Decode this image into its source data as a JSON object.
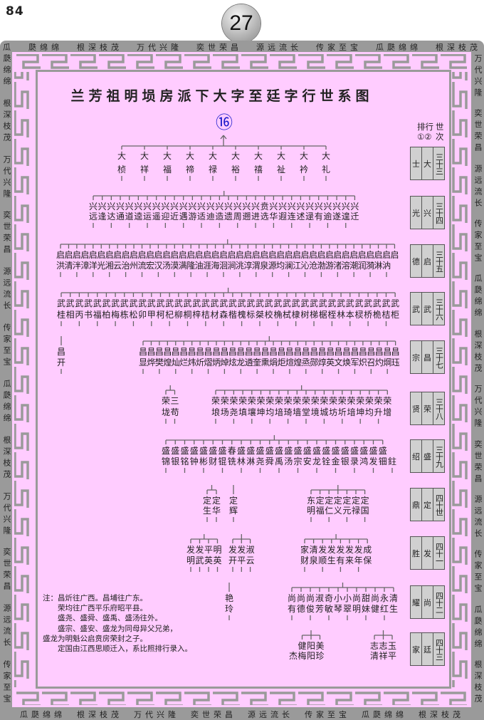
{
  "page_number": "84",
  "chapter_badge": "27",
  "border": {
    "top": [
      "瓜",
      "瓞绵绵",
      "根深枝茂",
      "万代兴隆",
      "奕世荣昌",
      "源远流长",
      "传家至宝",
      "瓜瓞绵绵",
      "根深枝茂"
    ],
    "bottom": [
      "瓜瓞绵绵",
      "根深枝茂",
      "万代兴隆",
      "奕世荣昌",
      "源远流长",
      "传家至宝",
      "瓜瓞绵绵",
      "根深枝茂"
    ],
    "left": [
      "瓞绵绵",
      "根深枝茂",
      "万代兴隆",
      "奕世荣昌",
      "源远流长",
      "传家至宝",
      "瓜瓞绵绵",
      "根深枝茂",
      "万代兴隆",
      "奕世荣昌",
      "源远流长",
      "传家至宝"
    ],
    "right": [
      "万代兴隆",
      "奕世荣昌",
      "源远流长",
      "传家至宝",
      "瓜瓞绵绵",
      "根深枝茂",
      "万代兴隆",
      "奕世荣昌",
      "源远流长",
      "传家至宝",
      "瓜瓞绵绵",
      "根深枝茂"
    ]
  },
  "title": "兰芳祖明埙房派下大字至廷字行世系图",
  "root_marker": "⑯",
  "generations": [
    {
      "groups": [
        {
          "top": "大",
          "bottom": "桢"
        },
        {
          "top": "大",
          "bottom": "祥"
        },
        {
          "top": "大",
          "bottom": "福"
        },
        {
          "top": "大",
          "bottom": "禘"
        },
        {
          "top": "大",
          "bottom": "禄"
        },
        {
          "top": "大",
          "bottom": "裕"
        },
        {
          "top": "大",
          "bottom": "禧"
        },
        {
          "top": "大",
          "bottom": "祉"
        },
        {
          "top": "大",
          "bottom": "衿"
        },
        {
          "top": "大",
          "bottom": "礼"
        }
      ]
    },
    {
      "groups": [
        {
          "top": "兴兴兴兴兴兴兴兴兴兴兴兴兴兴兴兴兴兴兴贲兴兴兴兴兴兴兴兴兴兴",
          "bottom": "远逢达通道逵运遥迎近遇游适迪造遗周遡进选华遐连述逯有逾遂遑迁"
        }
      ]
    },
    {
      "groups": [
        {
          "top": "启启启启启启启启启启启启启启启启启启启启启启启启启启启启启启启启启启启启启启启启启启",
          "bottom": "洪清泮漳洋光湘云治州流宏汉汤漠满隆油涯海洄涧洮淳渭泉源均澜江沁沧渤游渚溶潮润漪淋汭"
        }
      ]
    },
    {
      "groups": [
        {
          "top": "武武武武武武武武武武武武武武武武武武武武武武武武武武武武武武武武武武武武武武",
          "bottom": "桂相丙书福柏梅栋松卯甲柯杞柳桐梓桔材森楷槐标桀校桷栻棣树梯椐桎林本棂桥桅桔柜"
        }
      ]
    },
    {
      "groups": [
        {
          "top": "昌",
          "bottom": "开"
        },
        {
          "top": "昌昌昌昌昌昌昌昌昌昌昌昌昌昌昌昌昌昌昌昌昌昌昌昌昌昌昌昌昌昌昌昌",
          "bottom": "显烨樊煌灿烂炜炘熠炳焯炫龙遴奎熏焆炬煊煌烝郧焞英文焕军炽召灼焵珏"
        }
      ]
    },
    {
      "groups": [
        {
          "top": "荣三",
          "bottom": "垅苟"
        },
        {
          "top": "荣荣荣荣荣荣荣荣荣荣荣荣荣荣荣荣荣荣荣荣",
          "bottom": "埌场尧填壤坤均堷琦墙堂境城坊圻堷坤均升增"
        }
      ]
    },
    {
      "groups": [
        {
          "top": "盛盛盛盛盛盛盛春盛盛盛盛盛盛盛盛盛盛盛盛盛盛盛盛",
          "bottom": "锦银铭钟彬财锟铣林淋尧舜禹汤宗安龙铨金银录鸿发钿鉒"
        }
      ]
    },
    {
      "groups": [
        {
          "top": "定定",
          "bottom": "生华"
        },
        {
          "top": "定",
          "bottom": "辉"
        },
        {
          "top": "东定定定定定定",
          "bottom": "明福仁义元禄国"
        }
      ]
    },
    {
      "groups": [
        {
          "top": "发发平明",
          "bottom": "明武英英"
        },
        {
          "top": "发发淑",
          "bottom": "开平云"
        },
        {
          "top": "家清发发发发发成",
          "bottom": "财泉顺生有来年保"
        }
      ]
    },
    {
      "groups": [
        {
          "top": "艳",
          "bottom": "玲"
        },
        {
          "top": "尚尚尚淑奇小小尚甜尚永清",
          "bottom": "有德俊芳敏琴翠明妹健红生"
        }
      ]
    },
    {
      "groups": [
        {
          "top": "健阳美",
          "bottom": "杰梅阳珍"
        },
        {
          "top": "志志玉",
          "bottom": "清祥平"
        }
      ]
    }
  ],
  "legend": {
    "rank_label": "排行",
    "rank_numbers": "①②",
    "gen_label_1": "世",
    "gen_label_2": "次",
    "rows": [
      {
        "first": "士",
        "second": "大",
        "generation": "三十三"
      },
      {
        "first": "光",
        "second": "兴",
        "generation": "三十四"
      },
      {
        "first": "德",
        "second": "启",
        "generation": "三十五"
      },
      {
        "first": "武",
        "second": "武",
        "generation": "三十六"
      },
      {
        "first": "宗",
        "second": "昌",
        "generation": "三十七"
      },
      {
        "first": "贤",
        "second": "荣",
        "generation": "三十八"
      },
      {
        "first": "绍",
        "second": "盛",
        "generation": "三十九"
      },
      {
        "first": "鼎",
        "second": "定",
        "generation": "四十世"
      },
      {
        "first": "胜",
        "second": "发",
        "generation": "四十一"
      },
      {
        "first": "耀",
        "second": "尚",
        "generation": "四十二"
      },
      {
        "first": "家",
        "second": "廷",
        "generation": "四十三"
      }
    ]
  },
  "notes": [
    "注：昌炘往广西。昌埔往广东。",
    "　　荣均往广西平乐府昭平县。",
    "　　盛尧、盛舜、盛禹、盛汤往外。",
    "　　盛宗、盛安、盛龙为同母异父兄弟，",
    "盛龙为明魁公启贲房荣封之子。",
    "　　定国由江西思顺迁入，系比照排行录入。"
  ]
}
